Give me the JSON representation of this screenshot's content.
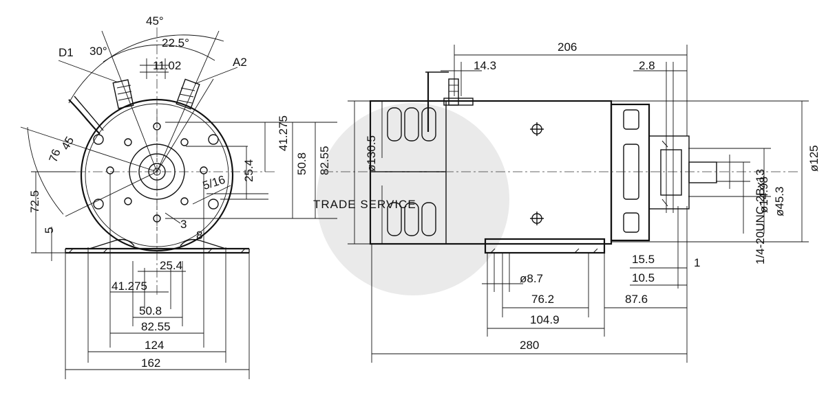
{
  "watermark": "TRADE SERVICE",
  "front_view": {
    "angles": [
      "45°",
      "30°",
      "22.5°",
      "45"
    ],
    "terminals": [
      "D1",
      "A2"
    ],
    "dims": {
      "top_offset": "11.02",
      "right_h1": "41.275",
      "right_h2": "25.4",
      "right_h3": "50.8",
      "right_h4": "82.55",
      "arc_label": "76",
      "thread": "5/16",
      "hole_3": "3",
      "hole_8": "8",
      "height_72": "72.5",
      "foot_5": "5",
      "bottom_25": "25.4",
      "bottom_41": "41.275",
      "bottom_50": "50.8",
      "bottom_82": "82.55",
      "bottom_124": "124",
      "bottom_162": "162"
    }
  },
  "side_view": {
    "dims": {
      "len_206": "206",
      "top_14": "14.3",
      "top_28": "2.8",
      "dia_130": "ø130.5",
      "dia_125": "ø125",
      "dia_14": "ø14.98",
      "dia_45": "ø45.3",
      "slot_87": "ø8.7",
      "d_76": "76.2",
      "d_876": "87.6",
      "d_104": "104.9",
      "d_155": "15.5",
      "d_105": "10.5",
      "d_1": "1",
      "thread": "1/4-20UNC-2Bx13",
      "len_280": "280"
    }
  }
}
